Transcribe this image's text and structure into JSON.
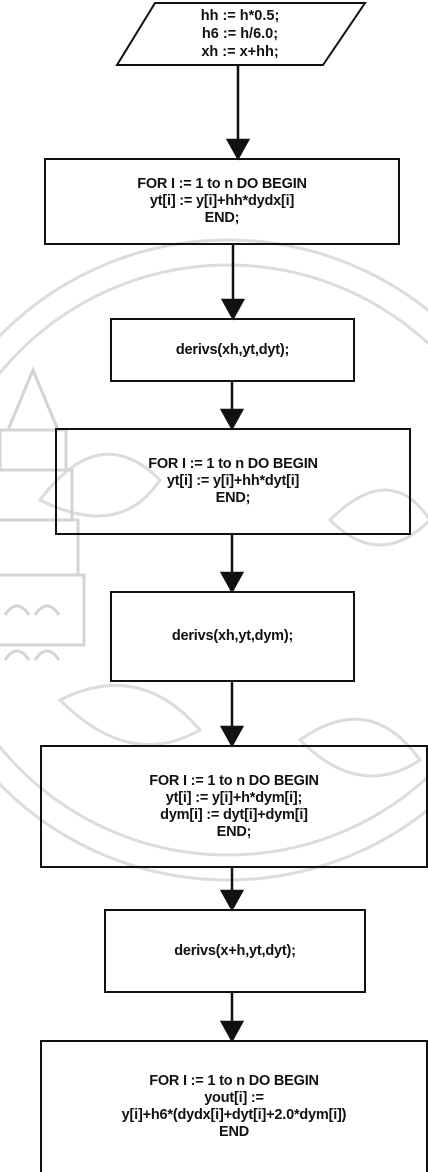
{
  "flowchart": {
    "input_block": {
      "lines": [
        "hh := h*0.5;",
        "h6 := h/6.0;",
        "xh := x+hh;"
      ]
    },
    "step_1": {
      "lines": [
        "FOR I := 1 to n DO BEGIN",
        "yt[i] := y[i]+hh*dydx[i]",
        "END;"
      ]
    },
    "step_2": {
      "lines": [
        "derivs(xh,yt,dyt);"
      ]
    },
    "step_3": {
      "lines": [
        "FOR I := 1 to n DO BEGIN",
        "yt[i] := y[i]+hh*dyt[i]",
        "END;"
      ]
    },
    "step_4": {
      "lines": [
        "derivs(xh,yt,dym);"
      ]
    },
    "step_5": {
      "lines": [
        "FOR I := 1 to n DO BEGIN",
        "yt[i] := y[i]+h*dym[i];",
        "dym[i] := dyt[i]+dym[i]",
        "END;"
      ]
    },
    "step_6": {
      "lines": [
        "derivs(x+h,yt,dyt);"
      ]
    },
    "step_7": {
      "lines": [
        "FOR I := 1 to n DO BEGIN",
        "yout[i] :=",
        "y[i]+h6*(dydx[i]+dyt[i]+2.0*dym[i])",
        "END"
      ]
    }
  },
  "colors": {
    "ink": "#111111",
    "watermark": "#d8d8d8"
  }
}
